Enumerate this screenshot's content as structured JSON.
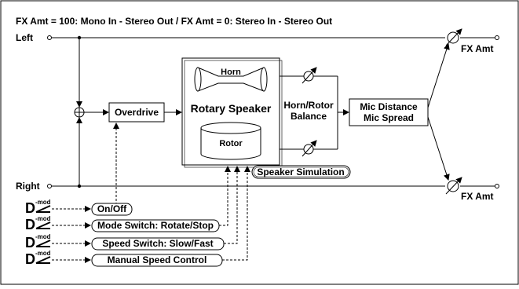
{
  "header": {
    "title": "FX Amt = 100: Mono In - Stereo Out  /  FX Amt = 0: Stereo In - Stereo Out"
  },
  "io": {
    "left_label": "Left",
    "right_label": "Right",
    "fx_amt_top": "FX Amt",
    "fx_amt_bottom": "FX Amt"
  },
  "blocks": {
    "overdrive": "Overdrive",
    "horn": "Horn",
    "rotary_speaker": "Rotary Speaker",
    "rotor": "Rotor",
    "horn_rotor_balance_line1": "Horn/Rotor",
    "horn_rotor_balance_line2": "Balance",
    "mic_distance": "Mic Distance",
    "mic_spread": "Mic Spread",
    "speaker_simulation": "Speaker Simulation"
  },
  "controls": {
    "dmod_label": "D",
    "dmod_superscript": "-mod",
    "items": [
      {
        "label": "On/Off"
      },
      {
        "label": "Mode Switch: Rotate/Stop"
      },
      {
        "label": "Speed Switch: Slow/Fast"
      },
      {
        "label": "Manual Speed Control"
      }
    ]
  }
}
